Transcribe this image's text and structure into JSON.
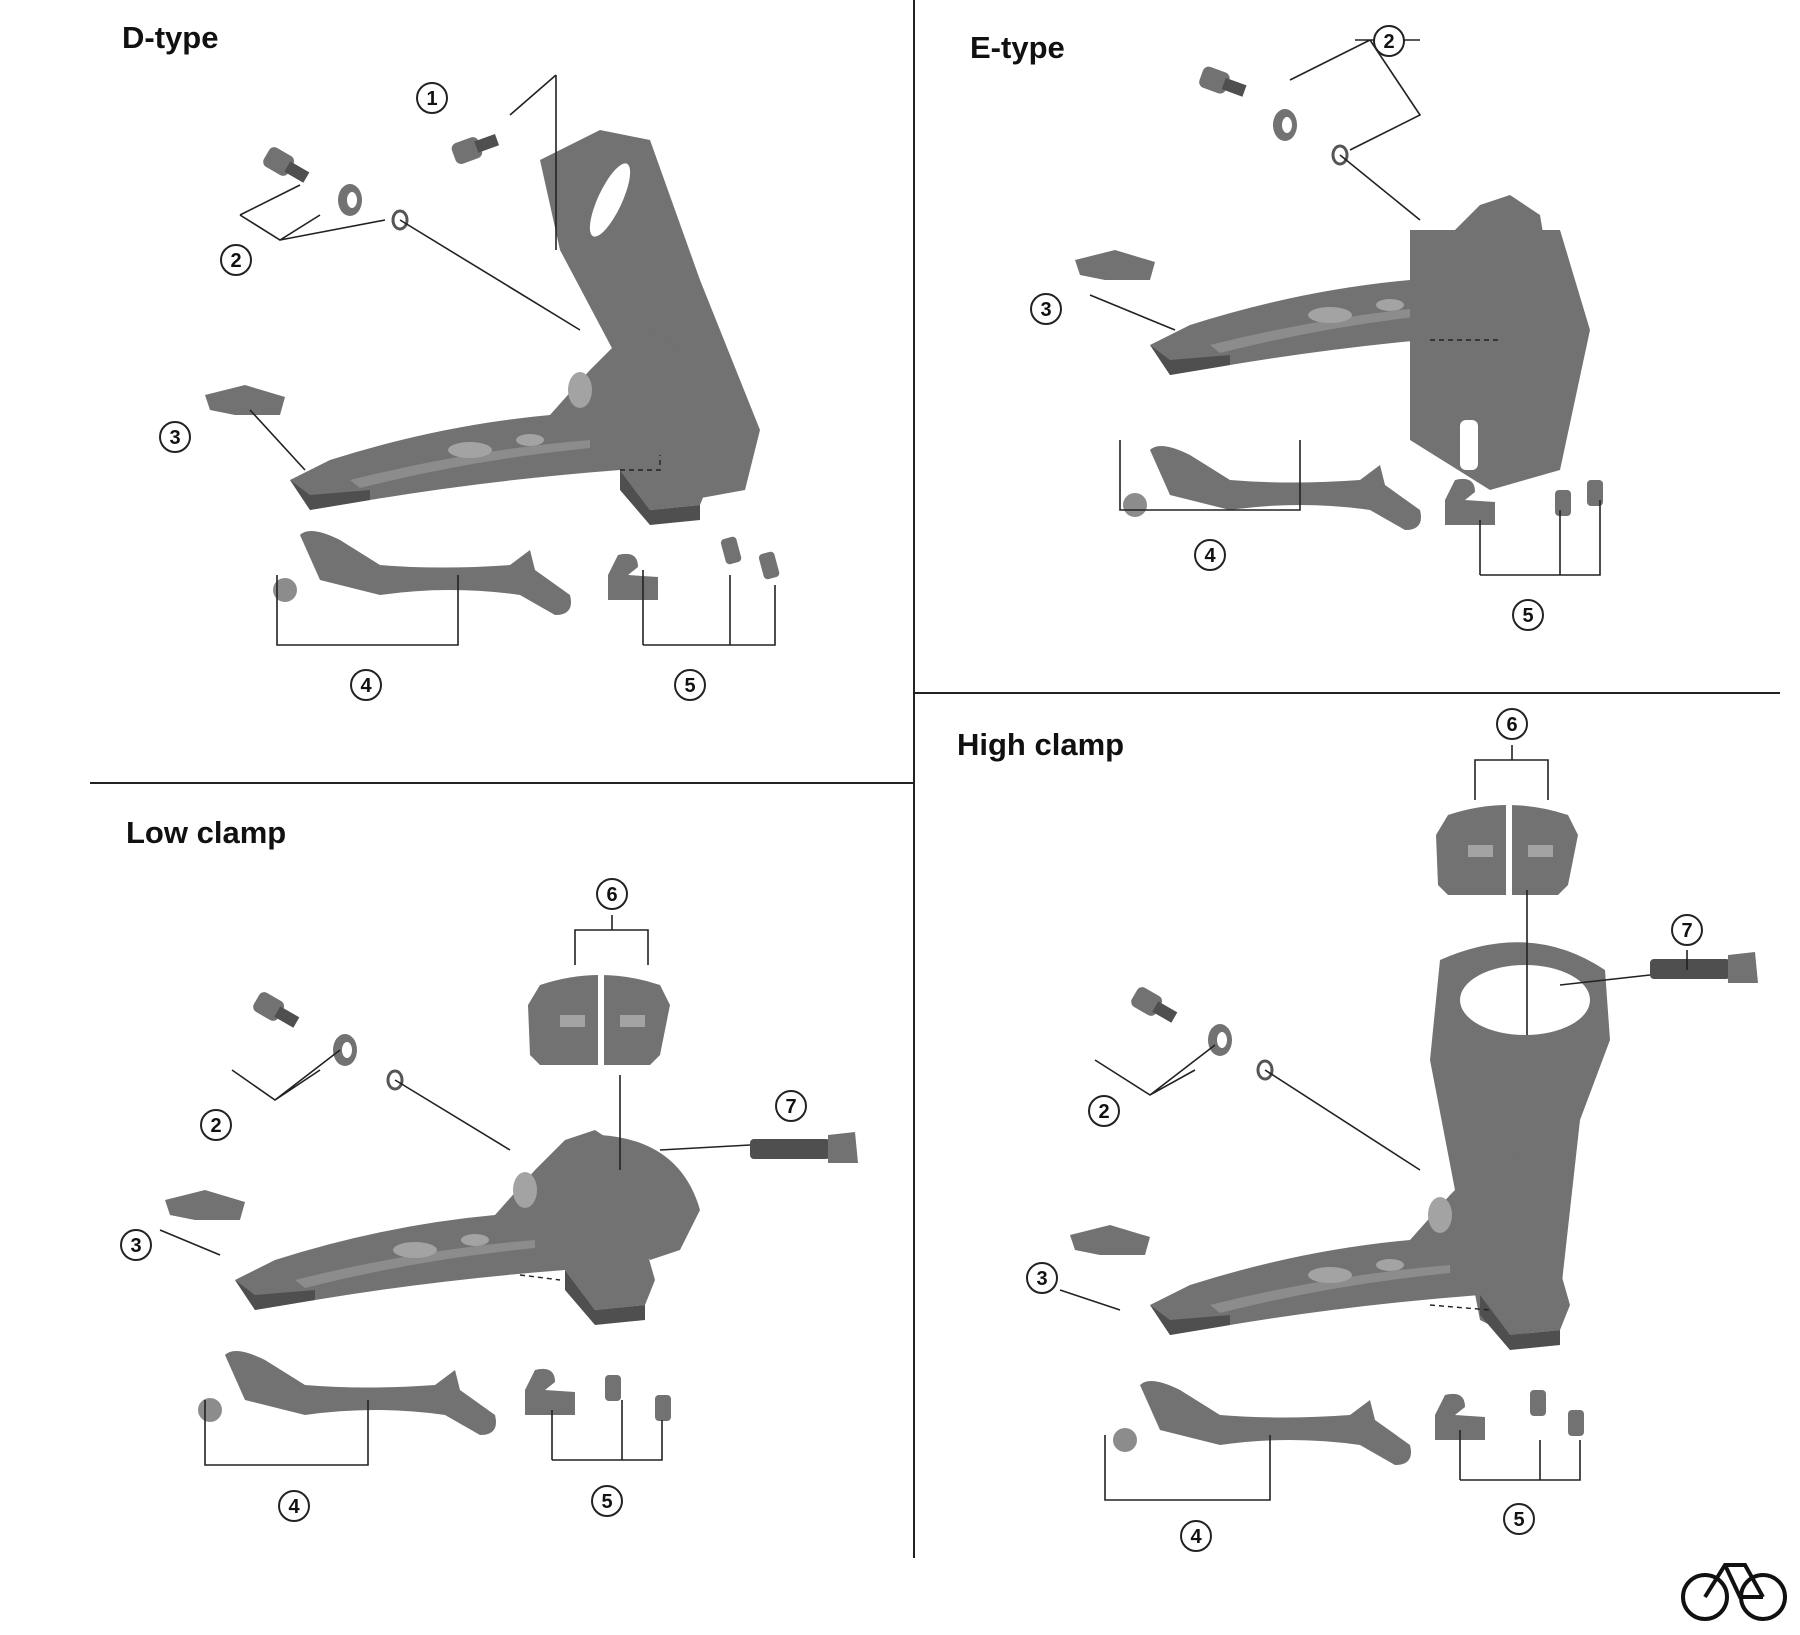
{
  "panels": [
    {
      "title": "D-type",
      "callouts": [
        "1",
        "2",
        "3",
        "4",
        "5"
      ]
    },
    {
      "title": "E-type",
      "callouts": [
        "2",
        "3",
        "4",
        "5"
      ]
    },
    {
      "title": "Low clamp",
      "callouts": [
        "6",
        "2",
        "3",
        "7",
        "4",
        "5"
      ]
    },
    {
      "title": "High clamp",
      "callouts": [
        "6",
        "7",
        "2",
        "3",
        "4",
        "5"
      ]
    }
  ],
  "colors": {
    "part": "#727272",
    "line": "#222222"
  },
  "logo": "bicycle-icon"
}
